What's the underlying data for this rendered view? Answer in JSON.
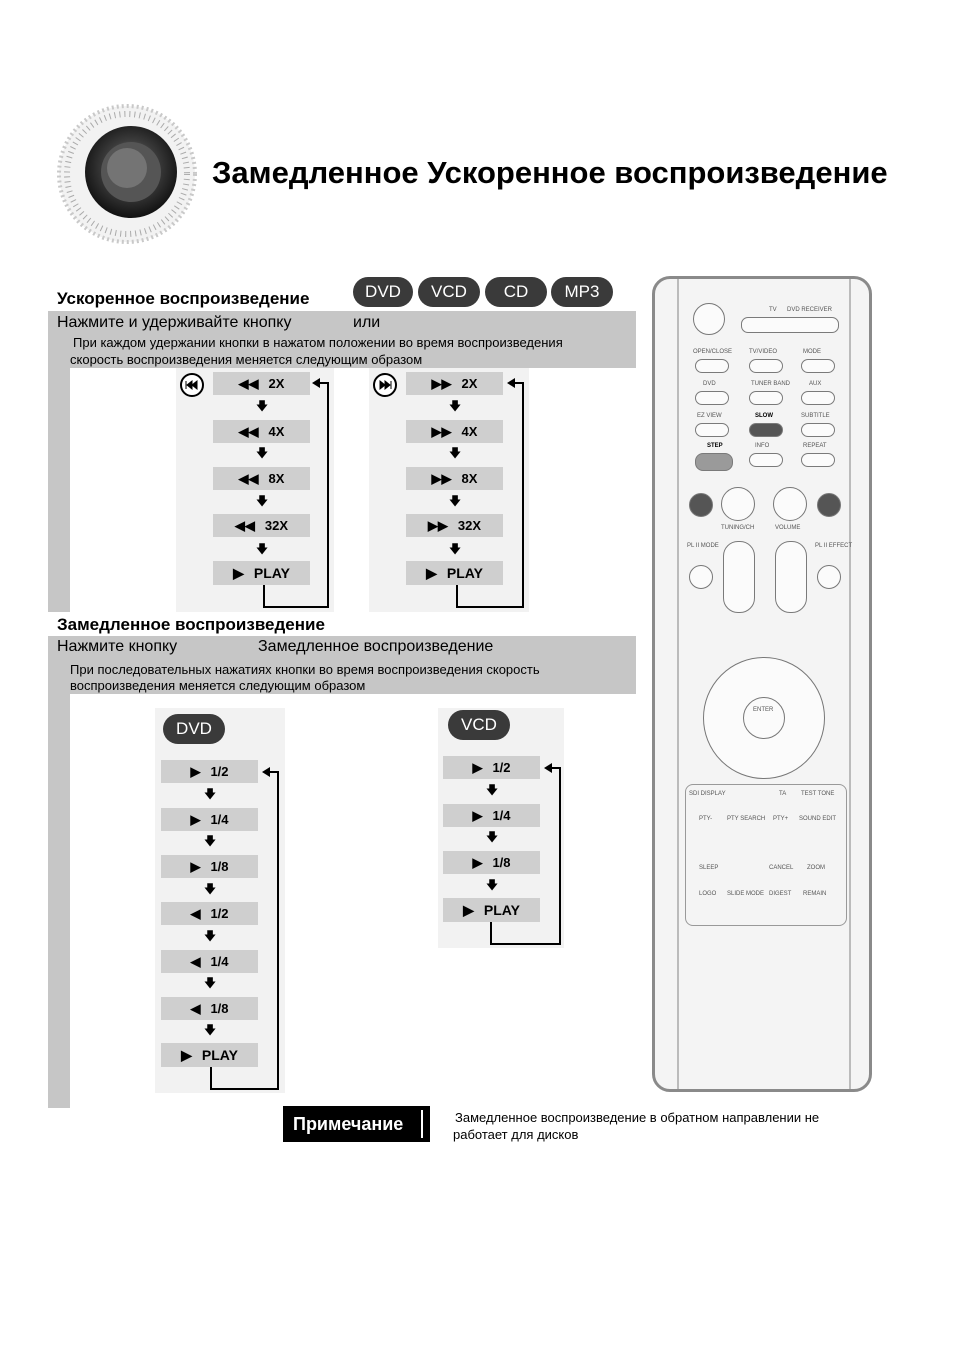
{
  "header": {
    "title": "Замедленное Ускоренное воспроизведение"
  },
  "fast_section": {
    "heading": "Ускоренное воспроизведение",
    "disc_badges": [
      "DVD",
      "VCD",
      "CD",
      "MP3"
    ],
    "instruction": "Нажмите и удерживайте кнопку",
    "instruction_or": "или",
    "desc_line1": "При каждом удержании кнопки в нажатом положении во время воспроизведения",
    "desc_line2": "скорость воспроизведения меняется следующим образом",
    "rewind_steps": [
      "2X",
      "4X",
      "8X",
      "32X",
      "PLAY"
    ],
    "forward_steps": [
      "2X",
      "4X",
      "8X",
      "32X",
      "PLAY"
    ]
  },
  "slow_section": {
    "heading": "Замедленное воспроизведение",
    "instruction_prefix": "Нажмите кнопку",
    "instruction_button": "Замедленное воспроизведение",
    "desc_line1": "При последовательных нажатиях кнопки во время воспроизведения  скорость",
    "desc_line2": "воспроизведения меняется следующим образом",
    "dvd_label": "DVD",
    "dvd_steps": [
      "1/2",
      "1/4",
      "1/8",
      "1/2",
      "1/4",
      "1/8",
      "PLAY"
    ],
    "vcd_label": "VCD",
    "vcd_steps": [
      "1/2",
      "1/4",
      "1/8",
      "PLAY"
    ]
  },
  "note": {
    "label": "Примечание",
    "text_line1": "Замедленное воспроизведение в обратном направлении не",
    "text_line2": "работает для дисков"
  },
  "remote": {
    "labels": {
      "tv": "TV",
      "dvd_receiver": "DVD RECEIVER",
      "open_close": "OPEN/CLOSE",
      "tv_video": "TV/VIDEO",
      "mode": "MODE",
      "dvd": "DVD",
      "tuner_band": "TUNER BAND",
      "aux": "AUX",
      "ez_view": "EZ VIEW",
      "slow": "SLOW",
      "subtitle": "SUBTITLE",
      "step": "STEP",
      "info": "INFO",
      "repeat": "REPEAT",
      "tuning_ch": "TUNING/CH",
      "volume": "VOLUME",
      "pl_mode": "PL II MODE",
      "pl_effect": "PL II EFFECT",
      "enter": "ENTER",
      "sdi_display": "SDI DISPLAY",
      "ta": "TA",
      "test_tone": "TEST TONE",
      "pty_minus": "PTY-",
      "pty_search": "PTY SEARCH",
      "pty_plus": "PTY+",
      "sound_edit": "SOUND EDIT",
      "sleep": "SLEEP",
      "cancel": "CANCEL",
      "zoom": "ZOOM",
      "logo": "LOGO",
      "slide_mode": "SLIDE MODE",
      "digest": "DIGEST",
      "remain": "REMAIN"
    }
  },
  "colors": {
    "band_gray": "#c6c6c6",
    "box_gray": "#cfcfcf",
    "badge_dark": "#3a3a3a"
  },
  "icons": {
    "rewind": "double-left-triangle",
    "forward": "double-right-triangle",
    "play": "right-triangle",
    "down_arrow": "down-arrow",
    "skip_back": "skip-back-icon",
    "skip_forward": "skip-forward-icon"
  }
}
